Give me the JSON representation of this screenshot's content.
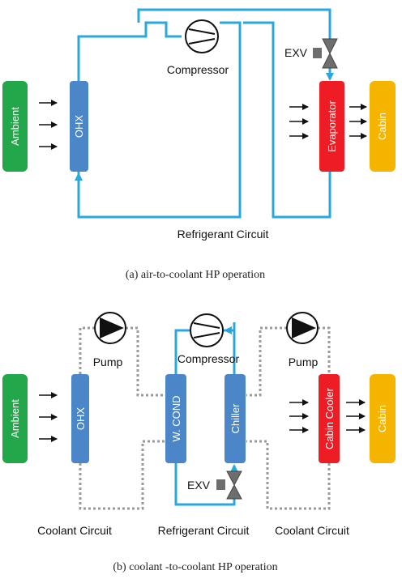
{
  "colors": {
    "refrigerant": "#29a8e0",
    "coolant": "#9a9a9a",
    "ambient": "#22a84a",
    "heat_exchanger": "#4a86c8",
    "evaporator": "#ee1c24",
    "cabin": "#f5b400",
    "valve": "#6e6e6e"
  },
  "panel_a": {
    "ambient": "Ambient",
    "ohx": "OHX",
    "evaporator": "Evaporator",
    "cabin": "Cabin",
    "compressor": "Compressor",
    "exv": "EXV",
    "circuit": "Refrigerant Circuit",
    "caption": "(a) air-to-coolant HP operation"
  },
  "panel_b": {
    "ambient": "Ambient",
    "ohx": "OHX",
    "w_cond": "W. COND",
    "chiller": "Chiller",
    "cabin_cooler": "Cabin Cooler",
    "cabin": "Cabin",
    "pump_left": "Pump",
    "pump_right": "Pump",
    "compressor": "Compressor",
    "exv": "EXV",
    "coolant_left": "Coolant Circuit",
    "refrigerant": "Refrigerant Circuit",
    "coolant_right": "Coolant Circuit",
    "caption": "(b) coolant -to-coolant HP operation"
  }
}
